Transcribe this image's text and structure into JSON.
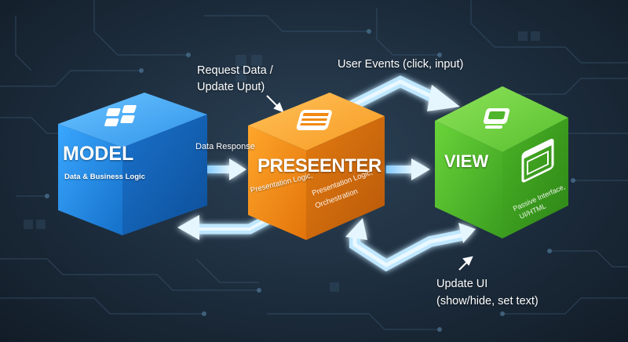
{
  "model": {
    "title": "MODEL",
    "subtitle": "Data & Business Logic",
    "icon": "grid-blocks-icon",
    "color": "#1e8fe6"
  },
  "presenter": {
    "title": "PRESEENTER",
    "face_text": "Presentation Logic,",
    "side_text_1": "Presentation Logic,",
    "side_text_2": "Orchestration",
    "icon": "list-card-icon",
    "color": "#f28a10"
  },
  "view": {
    "title": "VIEW",
    "side_text_1": "Passive Interface,",
    "side_text_2": "UI/HTML",
    "icon": "monitor-icon",
    "color": "#4fc12c"
  },
  "labels": {
    "request_line1": "Request Data /",
    "request_line2": "Update Uput)",
    "data_response": "Data Response",
    "user_events": "User Events (click, input)",
    "update_ui_line1": "Update UI",
    "update_ui_line2": "(show/hide, set text)"
  }
}
